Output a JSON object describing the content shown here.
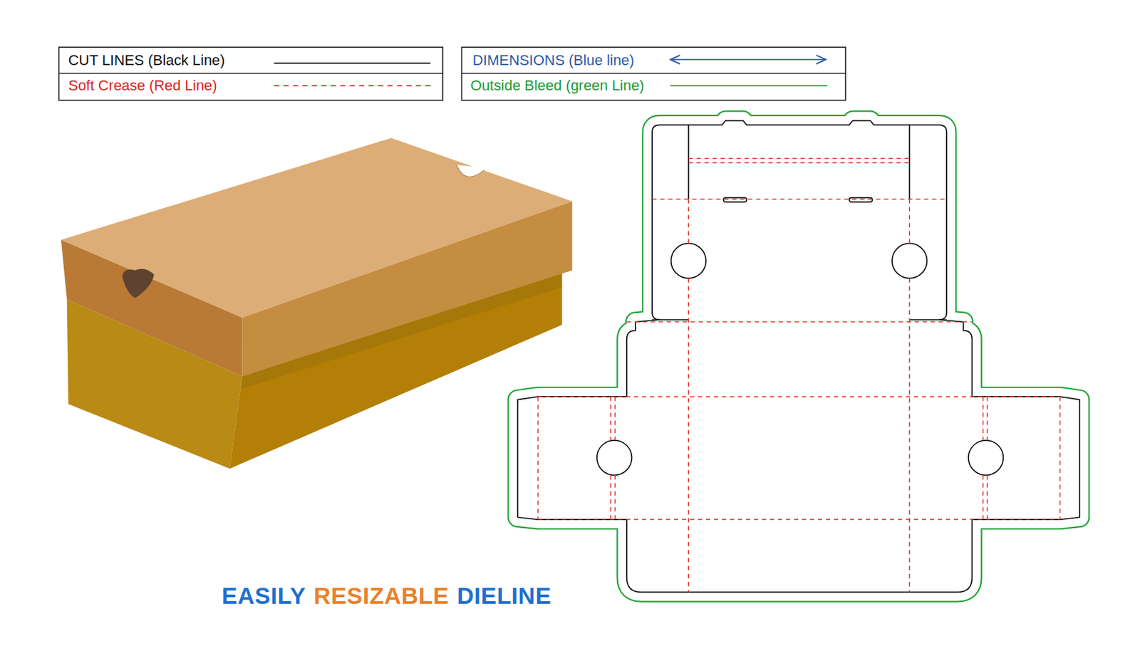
{
  "diagram": {
    "labels": [
      "EASILY",
      "RESIZABLE",
      "DIELINE"
    ],
    "legend": [
      {
        "text": "CUT LINES (Black Line)"
      },
      {
        "text": "Soft Crease (Red Line)"
      },
      {
        "text": "DIMENSIONS (Blue line)"
      },
      {
        "text": "Outside Bleed (green Line)"
      }
    ]
  }
}
